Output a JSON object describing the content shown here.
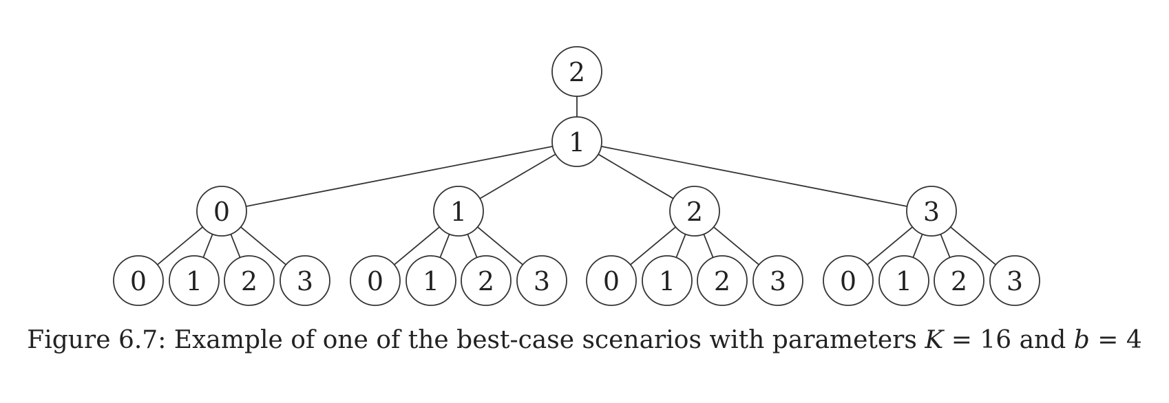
{
  "tree": {
    "root": "2",
    "level1": "1",
    "level2": [
      "0",
      "1",
      "2",
      "3"
    ],
    "leaves": [
      [
        "0",
        "1",
        "2",
        "3"
      ],
      [
        "0",
        "1",
        "2",
        "3"
      ],
      [
        "0",
        "1",
        "2",
        "3"
      ],
      [
        "0",
        "1",
        "2",
        "3"
      ]
    ]
  },
  "caption": {
    "label": "Figure 6.7:",
    "text": "Example of one of the best-case scenarios with parameters",
    "var_k": "K",
    "eq_k": "= 16",
    "and": "and",
    "var_b": "b",
    "eq_b": "= 4"
  }
}
